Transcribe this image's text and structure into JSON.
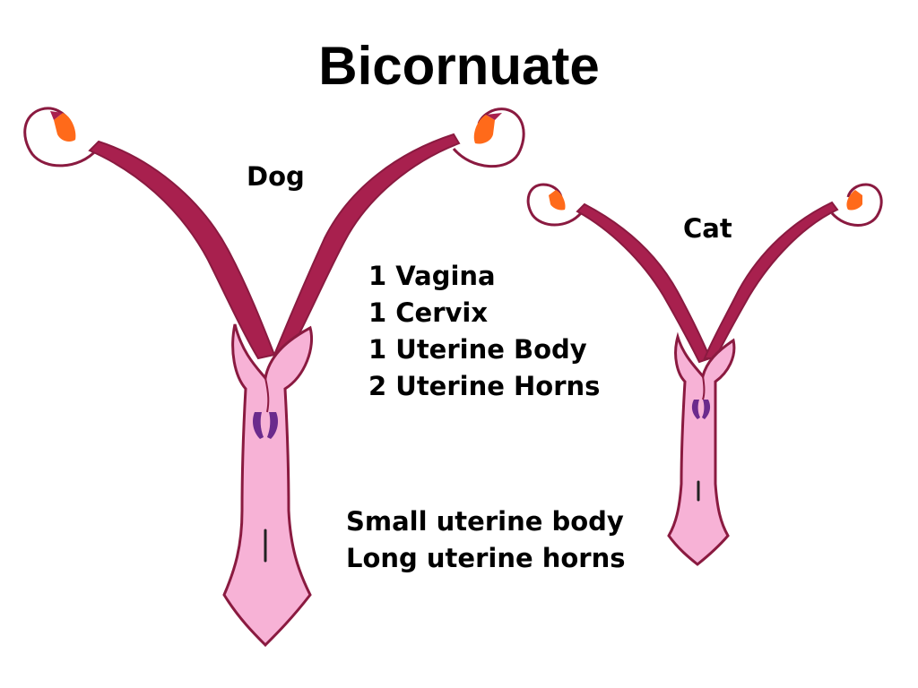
{
  "slide": {
    "title": "Bicornuate",
    "species_labels": {
      "dog": "Dog",
      "cat": "Cat"
    },
    "facts": [
      "1 Vagina",
      "1 Cervix",
      "1 Uterine Body",
      "2 Uterine Horns"
    ],
    "notes": [
      "Small uterine body",
      "Long uterine horns"
    ]
  },
  "colors": {
    "horn": "#a8204e",
    "outline": "#8a1a40",
    "body_fill": "#f7b2d6",
    "cervix": "#6b2a8c",
    "ovary": "#ff6a1a",
    "background": "#ffffff",
    "text": "#000000"
  },
  "icons": {
    "dog_reproductive_tract": "dog-uterus-illustration",
    "cat_reproductive_tract": "cat-uterus-illustration"
  }
}
